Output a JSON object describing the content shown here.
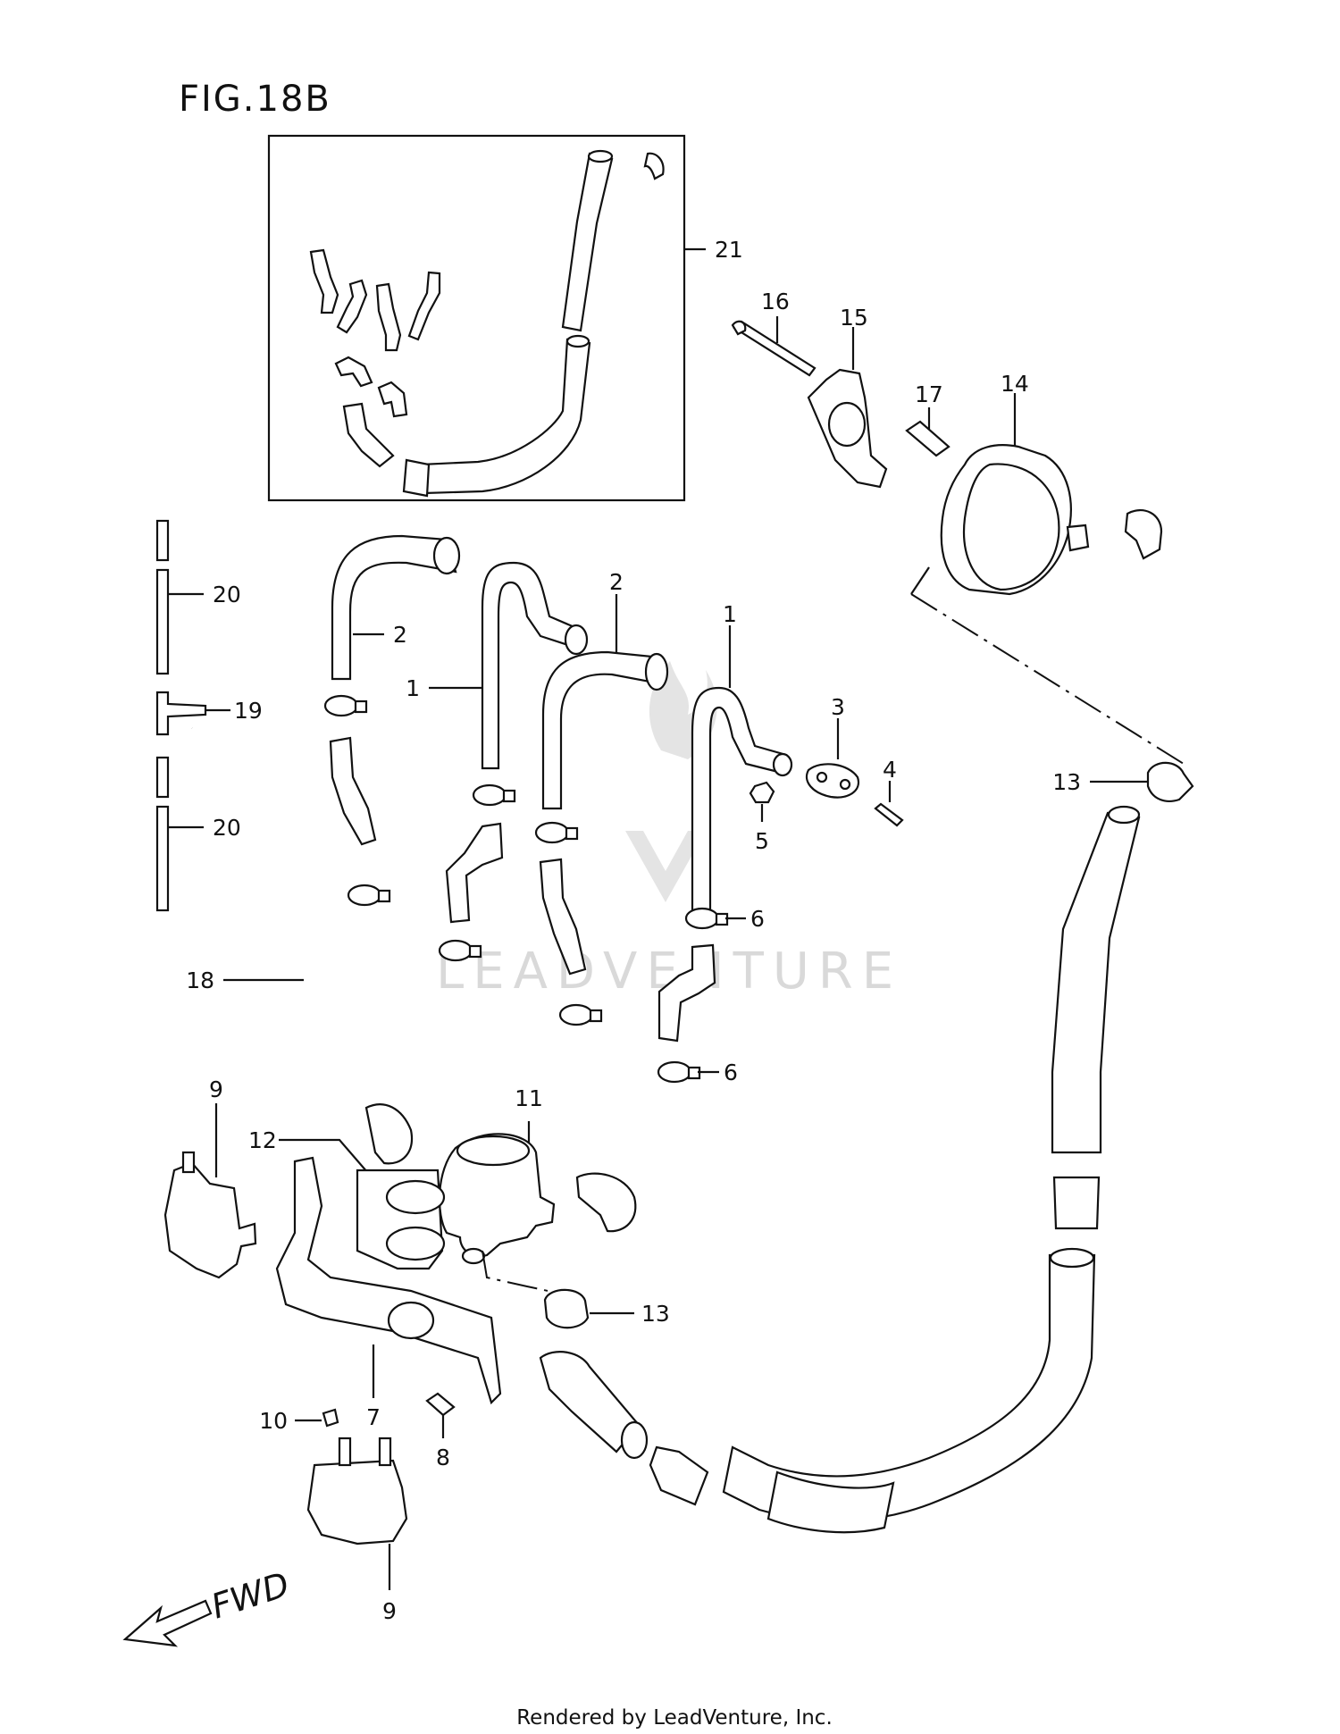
{
  "figure": {
    "title": "FIG.18B",
    "fwd_label": "FWD",
    "watermark": "LEADVENTURE",
    "footer": "Rendered by LeadVenture, Inc."
  },
  "callouts": {
    "c21": "21",
    "c16": "16",
    "c15": "15",
    "c17": "17",
    "c14": "14",
    "c20a": "20",
    "c19": "19",
    "c20b": "20",
    "c2a": "2",
    "c1a": "1",
    "c2b": "2",
    "c1b": "1",
    "c3": "3",
    "c4": "4",
    "c5": "5",
    "c13a": "13",
    "c6a": "6",
    "c6b": "6",
    "c18": "18",
    "c9a": "9",
    "c11": "11",
    "c12": "12",
    "c13b": "13",
    "c10": "10",
    "c7": "7",
    "c8": "8",
    "c9b": "9"
  },
  "colors": {
    "line": "#111111",
    "watermark": "#d9d9d9",
    "background": "#ffffff"
  }
}
